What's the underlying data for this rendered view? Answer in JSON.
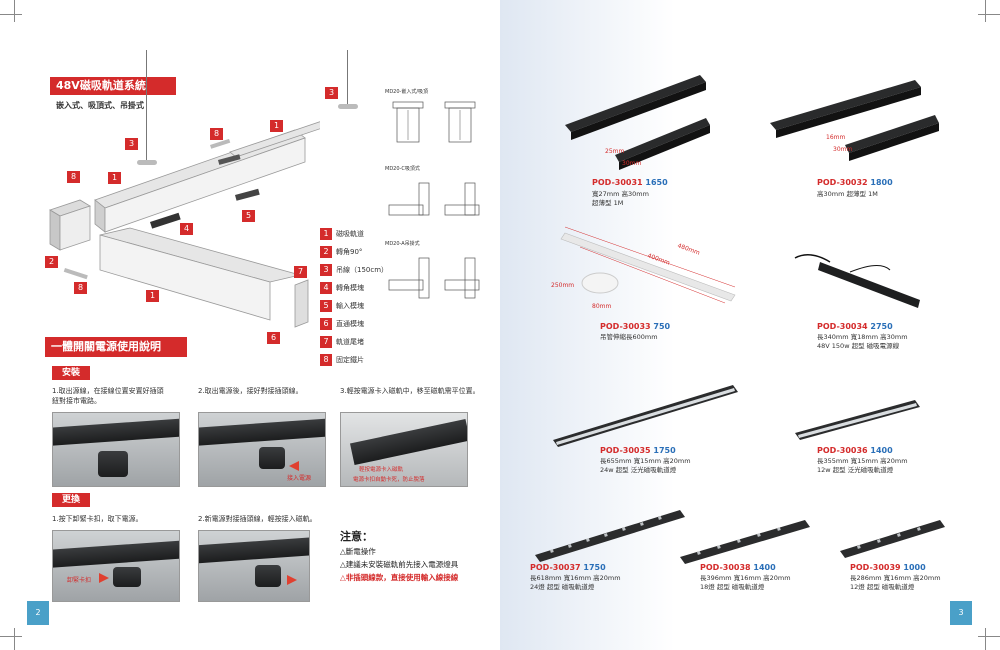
{
  "left_page": {
    "title": "48V磁吸軌道系統",
    "subtitle": "嵌入式、吸頂式、吊掛式",
    "callouts": [
      "3",
      "8",
      "1",
      "3",
      "8",
      "1",
      "5",
      "4",
      "2",
      "8",
      "1",
      "7",
      "6"
    ],
    "legend": [
      {
        "num": "1",
        "label": "磁吸軌道"
      },
      {
        "num": "2",
        "label": "轉角90°"
      },
      {
        "num": "3",
        "label": "吊線（150cm）"
      },
      {
        "num": "4",
        "label": "轉角模塊"
      },
      {
        "num": "5",
        "label": "輸入模塊"
      },
      {
        "num": "6",
        "label": "直通模塊"
      },
      {
        "num": "7",
        "label": "軌道尾堵"
      },
      {
        "num": "8",
        "label": "固定鐵片"
      }
    ],
    "diagram_labels": {
      "d1": "MD20-嵌入式/吸頂",
      "d2": "MD20-C吸頂式",
      "d3": "MD20-A吊掛式"
    },
    "power_section_title": "一體開關電源使用說明",
    "install_title": "安裝",
    "install_steps": [
      "1.取出源線，在接線位置安置好插頭",
      "鈕對接市電路。",
      "2.取出電源後，接好對接插頭線。",
      "3.輕按電源卡入磁軌中，移至磁軌需平位置。"
    ],
    "install_photo_labels": [
      "接入電源",
      "輕按電源卡入磁軌",
      "電源卡扣自動卡死，防止脫落"
    ],
    "replace_title": "更換",
    "replace_steps": [
      "1.按下卸緊卡扣，取下電源。",
      "2.新電源對接插頭線，輕按接入磁軌。"
    ],
    "replace_photo_labels": [
      "卸緊卡扣"
    ],
    "notice_title": "注意：",
    "notices": [
      "△斷電操作",
      "△建議未安裝磁軌前先接入電源燈具",
      "△非插頭線款，直接使用輸入線接線"
    ],
    "page_number": "2"
  },
  "right_page": {
    "products": [
      {
        "code": "POD-30031",
        "price": "1650",
        "desc": [
          "寬27mm 高30mm",
          "超薄型 1M"
        ],
        "dims": [
          "25mm",
          "30mm"
        ]
      },
      {
        "code": "POD-30032",
        "price": "1800",
        "desc": [
          "高30mm 超薄型 1M"
        ],
        "dims": [
          "16mm",
          "30mm"
        ]
      },
      {
        "code": "POD-30033",
        "price": "750",
        "desc": [
          "吊管伸縮長600mm"
        ],
        "dims": [
          "480mm",
          "400mm",
          "250mm",
          "80mm"
        ]
      },
      {
        "code": "POD-30034",
        "price": "2750",
        "desc": [
          "長340mm 寬18mm 高30mm",
          "48V 150w 超型 磁吸電源線"
        ]
      },
      {
        "code": "POD-30035",
        "price": "1750",
        "desc": [
          "長655mm 寬15mm 高20mm",
          "24w 超型 泛光磁吸軌道燈"
        ]
      },
      {
        "code": "POD-30036",
        "price": "1400",
        "desc": [
          "長355mm 寬15mm 高20mm",
          "12w 超型 泛光磁吸軌道燈"
        ]
      },
      {
        "code": "POD-30037",
        "price": "1750",
        "desc": [
          "長618mm 寬16mm 高20mm",
          "24燈 超型 磁吸軌道燈"
        ]
      },
      {
        "code": "POD-30038",
        "price": "1400",
        "desc": [
          "長396mm 寬16mm 高20mm",
          "18燈 超型 磁吸軌道燈"
        ]
      },
      {
        "code": "POD-30039",
        "price": "1000",
        "desc": [
          "長286mm 寬16mm 高20mm",
          "12燈 超型 磁吸軌道燈"
        ]
      }
    ],
    "page_number": "3"
  },
  "colors": {
    "accent_red": "#d42b2b",
    "price_blue": "#2a6fb8",
    "page_tab": "#4aa0c8"
  }
}
